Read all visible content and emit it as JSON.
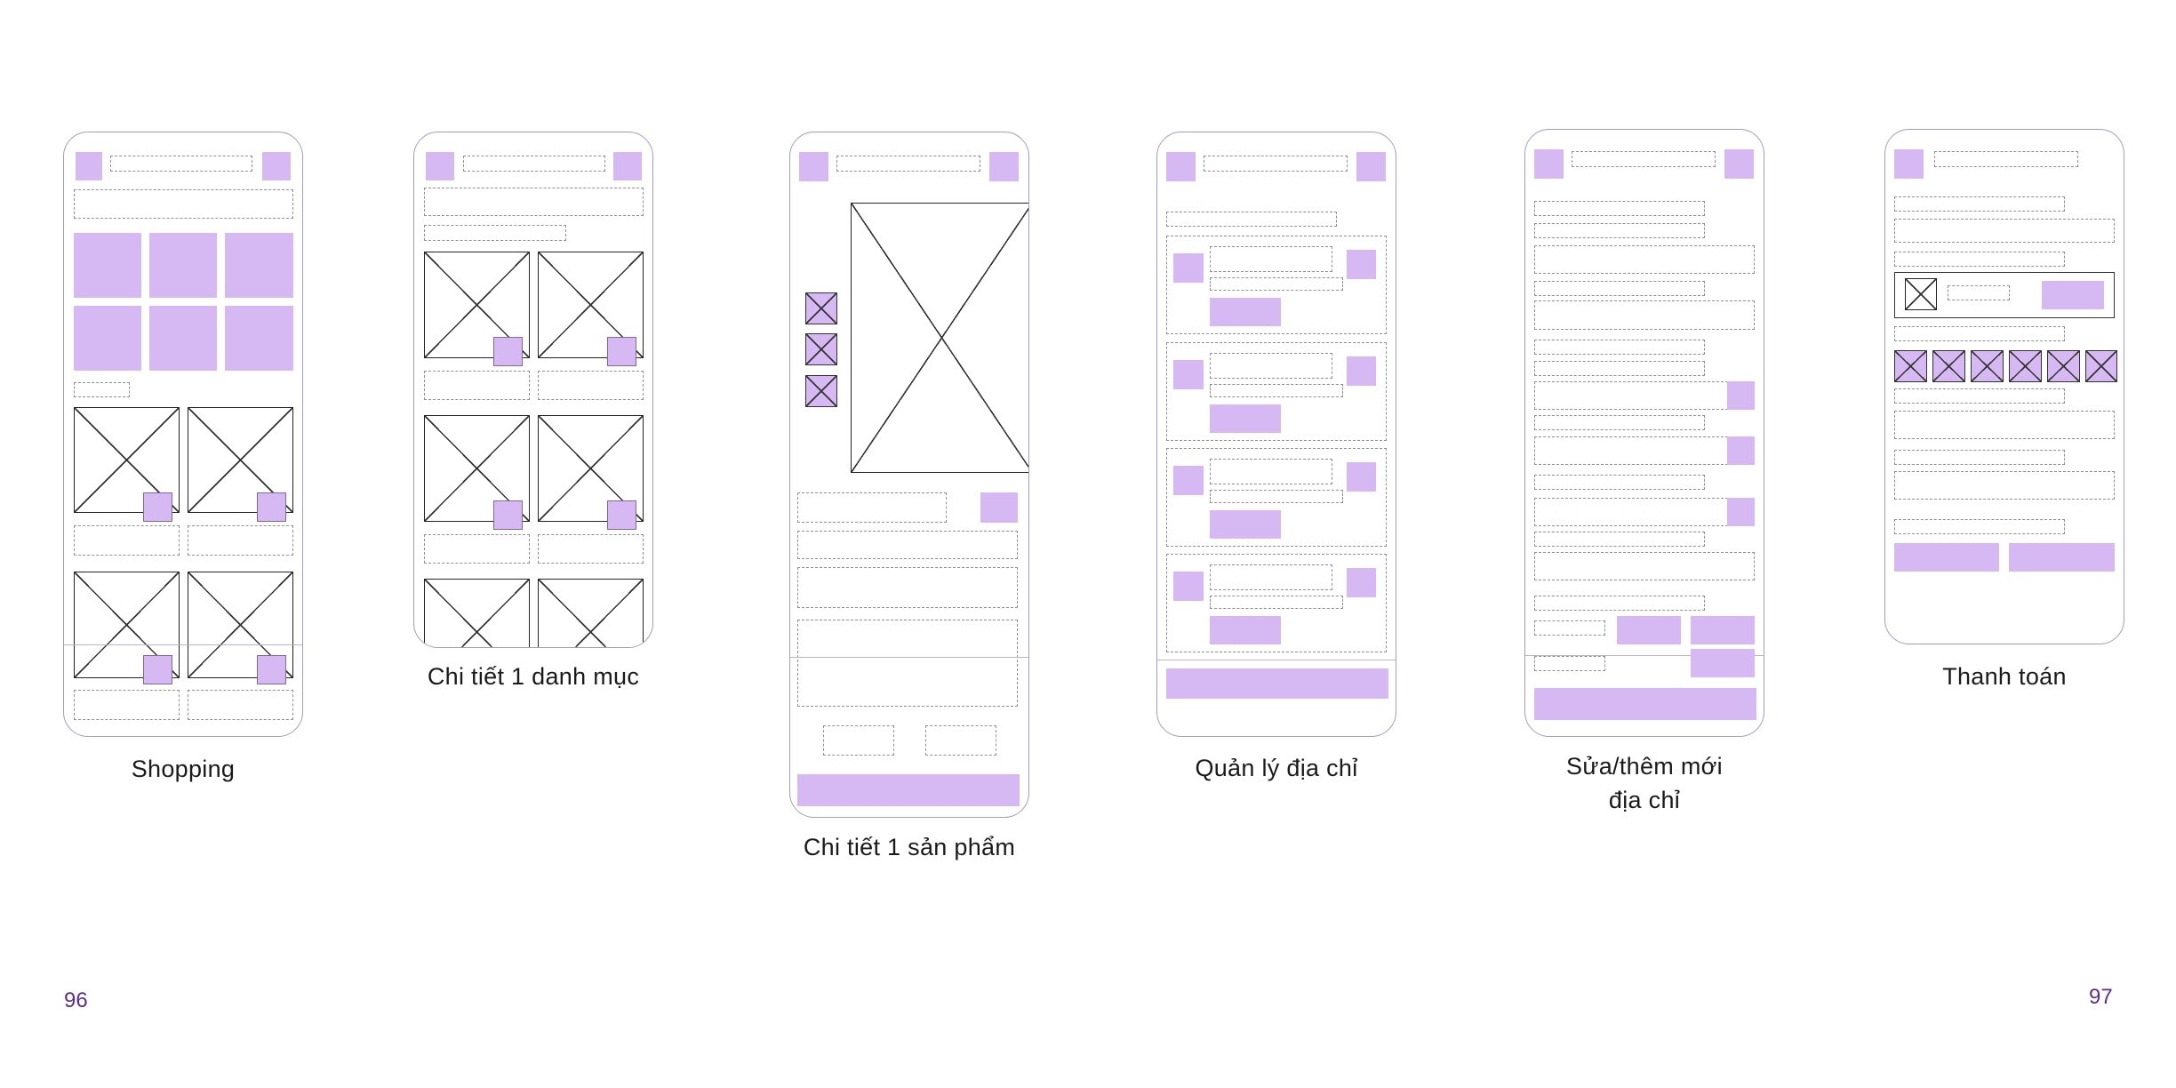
{
  "screens": [
    {
      "name": "shopping",
      "caption": "Shopping"
    },
    {
      "name": "category-detail",
      "caption": "Chi tiết 1 danh mục"
    },
    {
      "name": "product-detail",
      "caption": "Chi tiết 1 sản phẩm"
    },
    {
      "name": "address-management",
      "caption": "Quản lý địa chỉ"
    },
    {
      "name": "edit-add-address",
      "caption_line1": "Sửa/thêm mới",
      "caption_line2": "địa chỉ"
    },
    {
      "name": "checkout",
      "caption": "Thanh toán"
    }
  ],
  "page_numbers": {
    "left": "96",
    "right": "97"
  },
  "colors": {
    "placeholder": "#d6b8f2",
    "page_number": "#5b2d8c",
    "frame": "#a49bc2"
  }
}
